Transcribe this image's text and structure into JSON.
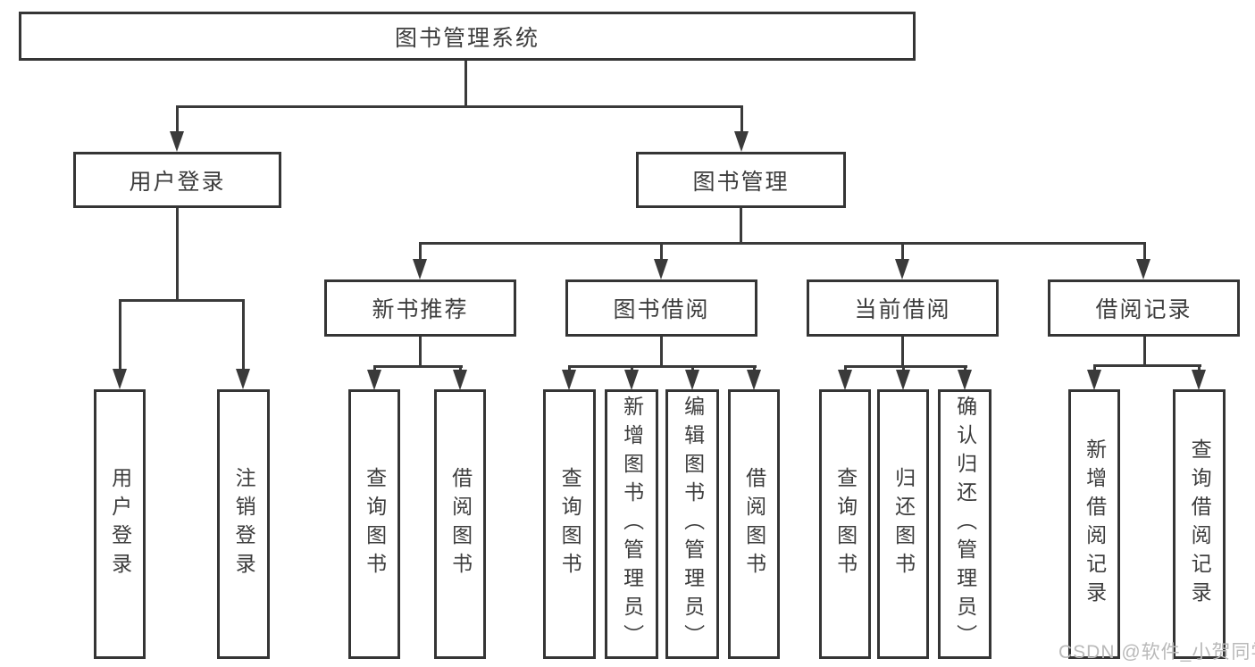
{
  "diagram": {
    "root": {
      "label": "图书管理系统"
    },
    "branches": [
      {
        "label": "用户登录",
        "children": [
          {
            "label": "用户登录"
          },
          {
            "label": "注销登录"
          }
        ]
      },
      {
        "label": "图书管理",
        "children": [
          {
            "label": "新书推荐",
            "children": [
              {
                "label": "查询图书"
              },
              {
                "label": "借阅图书"
              }
            ]
          },
          {
            "label": "图书借阅",
            "children": [
              {
                "label": "查询图书"
              },
              {
                "label": "新增图书（管理员）"
              },
              {
                "label": "编辑图书（管理员）"
              },
              {
                "label": "借阅图书"
              }
            ]
          },
          {
            "label": "当前借阅",
            "children": [
              {
                "label": "查询图书"
              },
              {
                "label": "归还图书"
              },
              {
                "label": "确认归还（管理员）"
              }
            ]
          },
          {
            "label": "借阅记录",
            "children": [
              {
                "label": "新增借阅记录"
              },
              {
                "label": "查询借阅记录"
              }
            ]
          }
        ]
      }
    ]
  },
  "watermark": {
    "text": "CSDN @软件_小贺同学"
  },
  "colors": {
    "line": "#3a3a3a",
    "box_border": "#353535",
    "text": "#3d3d3d",
    "watermark": "#b9b9b9",
    "background": "#ffffff"
  }
}
